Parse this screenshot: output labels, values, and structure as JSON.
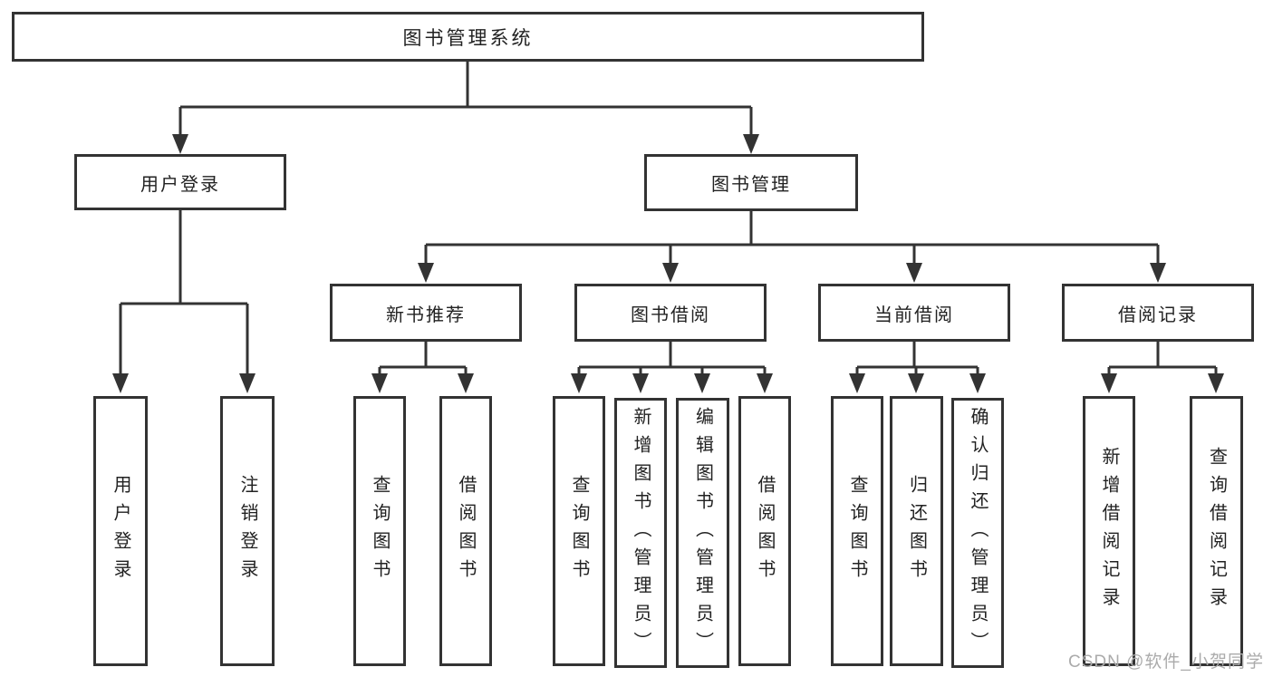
{
  "diagram_type": "hierarchy-tree",
  "colors": {
    "line": "#333333",
    "text": "#222222",
    "background": "#ffffff",
    "watermark": "#ababab"
  },
  "nodes": {
    "root": {
      "label": "图书管理系统"
    },
    "user_login": {
      "label": "用户登录"
    },
    "book_management": {
      "label": "图书管理"
    },
    "new_book_recommend": {
      "label": "新书推荐"
    },
    "book_borrowing": {
      "label": "图书借阅"
    },
    "current_borrowing": {
      "label": "当前借阅"
    },
    "borrowing_records": {
      "label": "借阅记录"
    },
    "leaf_user_login": {
      "label": "用户登录"
    },
    "leaf_logout": {
      "label": "注销登录"
    },
    "leaf_query_books_recommend": {
      "label": "查询图书"
    },
    "leaf_borrow_books_recommend": {
      "label": "借阅图书"
    },
    "leaf_query_books_borrowing": {
      "label": "查询图书"
    },
    "leaf_add_books_admin": {
      "label": "新增图书（管理员）"
    },
    "leaf_edit_books_admin": {
      "label": "编辑图书（管理员）"
    },
    "leaf_borrow_books_borrowing": {
      "label": "借阅图书"
    },
    "leaf_query_books_current": {
      "label": "查询图书"
    },
    "leaf_return_books": {
      "label": "归还图书"
    },
    "leaf_confirm_return_admin": {
      "label": "确认归还（管理员）"
    },
    "leaf_add_borrow_record": {
      "label": "新增借阅记录"
    },
    "leaf_query_borrow_record": {
      "label": "查询借阅记录"
    }
  },
  "watermark": {
    "text": "CSDN @软件_小贺同学"
  }
}
